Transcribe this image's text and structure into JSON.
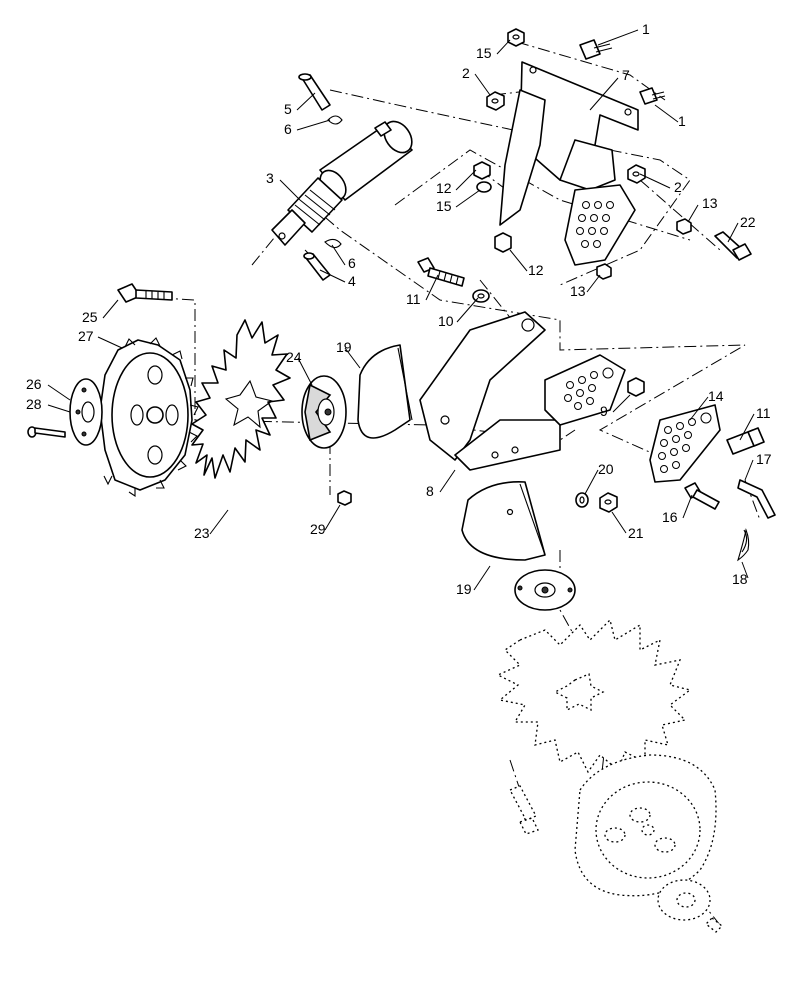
{
  "callouts": [
    {
      "id": "c-1a",
      "text": "1"
    },
    {
      "id": "c-15a",
      "text": "15"
    },
    {
      "id": "c-7",
      "text": "7"
    },
    {
      "id": "c-2a",
      "text": "2"
    },
    {
      "id": "c-1b",
      "text": "1"
    },
    {
      "id": "c-5",
      "text": "5"
    },
    {
      "id": "c-6a",
      "text": "6"
    },
    {
      "id": "c-3",
      "text": "3"
    },
    {
      "id": "c-12a",
      "text": "12"
    },
    {
      "id": "c-15b",
      "text": "15"
    },
    {
      "id": "c-2b",
      "text": "2"
    },
    {
      "id": "c-13a",
      "text": "13"
    },
    {
      "id": "c-22",
      "text": "22"
    },
    {
      "id": "c-6b",
      "text": "6"
    },
    {
      "id": "c-4",
      "text": "4"
    },
    {
      "id": "c-12b",
      "text": "12"
    },
    {
      "id": "c-13b",
      "text": "13"
    },
    {
      "id": "c-11a",
      "text": "11"
    },
    {
      "id": "c-10",
      "text": "10"
    },
    {
      "id": "c-25",
      "text": "25"
    },
    {
      "id": "c-27",
      "text": "27"
    },
    {
      "id": "c-19a",
      "text": "19"
    },
    {
      "id": "c-24",
      "text": "24"
    },
    {
      "id": "c-9",
      "text": "9"
    },
    {
      "id": "c-14",
      "text": "14"
    },
    {
      "id": "c-11b",
      "text": "11"
    },
    {
      "id": "c-26",
      "text": "26"
    },
    {
      "id": "c-28",
      "text": "28"
    },
    {
      "id": "c-17",
      "text": "17"
    },
    {
      "id": "c-20",
      "text": "20"
    },
    {
      "id": "c-8",
      "text": "8"
    },
    {
      "id": "c-16",
      "text": "16"
    },
    {
      "id": "c-21",
      "text": "21"
    },
    {
      "id": "c-23",
      "text": "23"
    },
    {
      "id": "c-29",
      "text": "29"
    },
    {
      "id": "c-18",
      "text": "18"
    },
    {
      "id": "c-19b",
      "text": "19"
    }
  ],
  "line_color": "#000000",
  "background_color": "#ffffff"
}
